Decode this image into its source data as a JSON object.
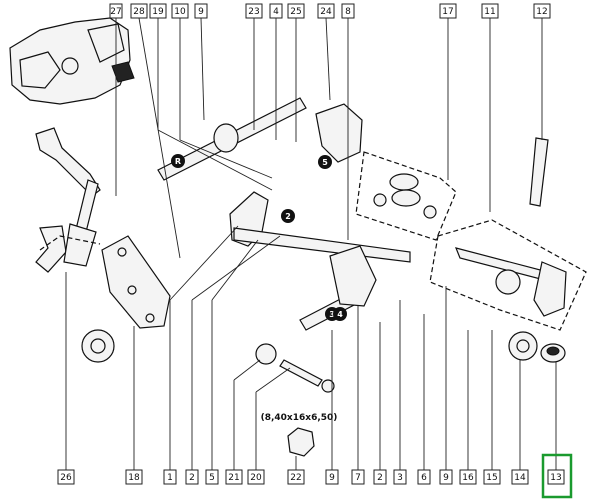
{
  "diagram": {
    "top_callouts": [
      "27",
      "28",
      "10",
      "9",
      "23",
      "4",
      "25",
      "24",
      "8",
      "17",
      "11",
      "12"
    ],
    "top_secondary_callouts": [
      "19"
    ],
    "bottom_callouts": [
      "26",
      "18",
      "1",
      "2",
      "5",
      "21",
      "20",
      "22",
      "9",
      "7",
      "2",
      "3",
      "6",
      "9",
      "16",
      "15",
      "14",
      "13"
    ],
    "roundels": [
      "R",
      "5",
      "2",
      "3",
      "4"
    ],
    "dimension_label": "(8,40x16x6,50)",
    "highlighted_callout": "13",
    "highlight_color": "#1a9a2e"
  }
}
